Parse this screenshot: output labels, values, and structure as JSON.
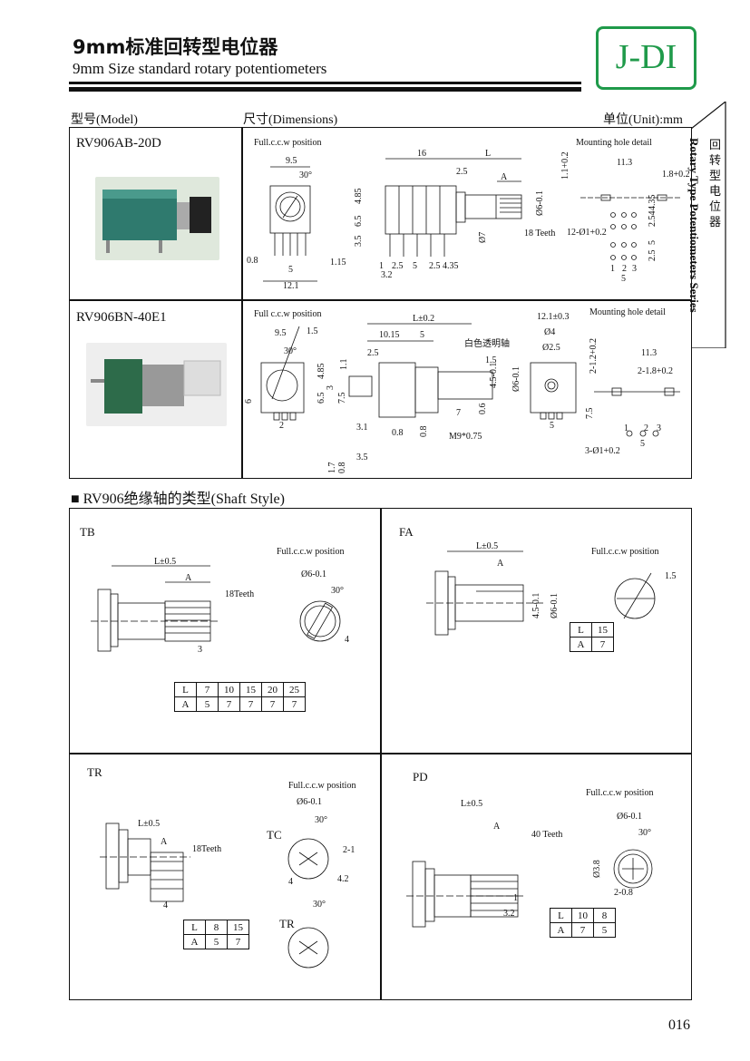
{
  "header": {
    "title_cn": "9mm标准回转型电位器",
    "title_en": "9mm Size  standard  rotary  potentiometers",
    "logo": "J-DI",
    "col_model": "型号(Model)",
    "col_dimensions": "尺寸(Dimensions)",
    "unit": "单位(Unit):mm"
  },
  "side_tab": {
    "cn": "回转型电位器",
    "en": "Rotary Type Potentiometers Series"
  },
  "models": [
    {
      "name": "RV906AB-20D"
    },
    {
      "name": "RV906BN-40E1"
    }
  ],
  "section_title": "■ RV906绝缘轴的类型(Shaft Style)",
  "labels": {
    "ab": [
      "Full.c.c.w position",
      "9.5",
      "30°",
      "0.8",
      "5",
      "1.15",
      "12.1",
      "16",
      "L",
      "2.5",
      "A",
      "4.85",
      "6.5",
      "3.5",
      "Ø7",
      "Ø6-0.1",
      "18 Teeth",
      "1",
      "2.5",
      "5",
      "2.5",
      "4.35",
      "3.2",
      "Mounting hole detail",
      "11.3",
      "1.1+0.2",
      "1.8+0.2",
      "4.35",
      "2.54",
      "5",
      "2.5",
      "12-Ø1+0.2",
      "1",
      "2",
      "3",
      "5"
    ],
    "bn": [
      "Full c.c.w position",
      "9.5",
      "1.5",
      "30°",
      "4.85",
      "6.5",
      "6",
      "2",
      "L±0.2",
      "10.15",
      "5",
      "白色透明轴",
      "2.5",
      "1.1",
      "3",
      "7.5",
      "1.5",
      "4.5-0.1",
      "Ø6-0.1",
      "7",
      "0.6",
      "3.1",
      "0.8",
      "0.8",
      "M9*0.75",
      "3.5",
      "1.7",
      "0.8",
      "12.1±0.3",
      "Ø4",
      "Ø2.5",
      "5",
      "Mounting hole detail",
      "2-1.2+0.2",
      "11.3",
      "2-1.8+0.2",
      "7.5",
      "1",
      "2",
      "3",
      "5",
      "3-Ø1+0.2"
    ],
    "tb": [
      "TB",
      "L±0.5",
      "A",
      "18Teeth",
      "3",
      "Full.c.c.w position",
      "Ø6-0.1",
      "30°",
      "4"
    ],
    "fa": [
      "FA",
      "L±0.5",
      "A",
      "4.5-0.1",
      "Ø6-0.1",
      "Full.c.c.w position",
      "1.5"
    ],
    "tr": [
      "TR",
      "L±0.5",
      "A",
      "18Teeth",
      "4",
      "Full.c.c.w position",
      "Ø6-0.1",
      "30°",
      "TC",
      "2-1",
      "4.2",
      "4",
      "30°",
      "TR"
    ],
    "pd": [
      "PD",
      "L±0.5",
      "A",
      "40 Teeth",
      "1",
      "3.2",
      "Full.c.c.w position",
      "Ø6-0.1",
      "30°",
      "Ø3.8",
      "2-0.8"
    ]
  },
  "tables": {
    "tb": {
      "L": [
        "L",
        "7",
        "10",
        "15",
        "20",
        "25"
      ],
      "A": [
        "A",
        "5",
        "7",
        "7",
        "7",
        "7"
      ]
    },
    "fa": {
      "L": [
        "L",
        "15"
      ],
      "A": [
        "A",
        "7"
      ]
    },
    "tr": {
      "L": [
        "L",
        "8",
        "15"
      ],
      "A": [
        "A",
        "5",
        "7"
      ]
    },
    "pd": {
      "L": [
        "L",
        "10",
        "8"
      ],
      "A": [
        "A",
        "7",
        "5"
      ]
    }
  },
  "page_number": "016",
  "colors": {
    "logo": "#1f9a4a"
  }
}
